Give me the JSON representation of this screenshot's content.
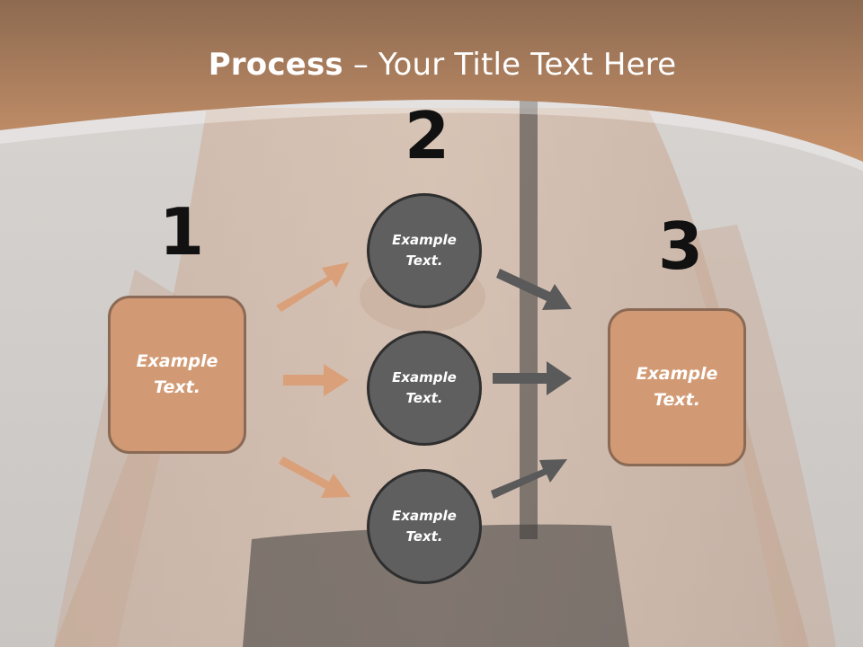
{
  "slide": {
    "title_bold": "Process",
    "title_rest": " – Your Title Text Here"
  },
  "steps": [
    {
      "number": "1",
      "text_line1": "Example",
      "text_line2": "Text."
    },
    {
      "number": "2"
    },
    {
      "number": "3",
      "text_line1": "Example",
      "text_line2": "Text."
    }
  ],
  "circles": [
    {
      "text_line1": "Example",
      "text_line2": "Text."
    },
    {
      "text_line1": "Example",
      "text_line2": "Text."
    },
    {
      "text_line1": "Example",
      "text_line2": "Text."
    }
  ],
  "colors": {
    "banner": "#b98a63",
    "box_fill": "#d29a74",
    "circle_fill": "#5f5f5f",
    "arrow_left": "#d9a07a",
    "arrow_right": "#5a5a5a"
  }
}
